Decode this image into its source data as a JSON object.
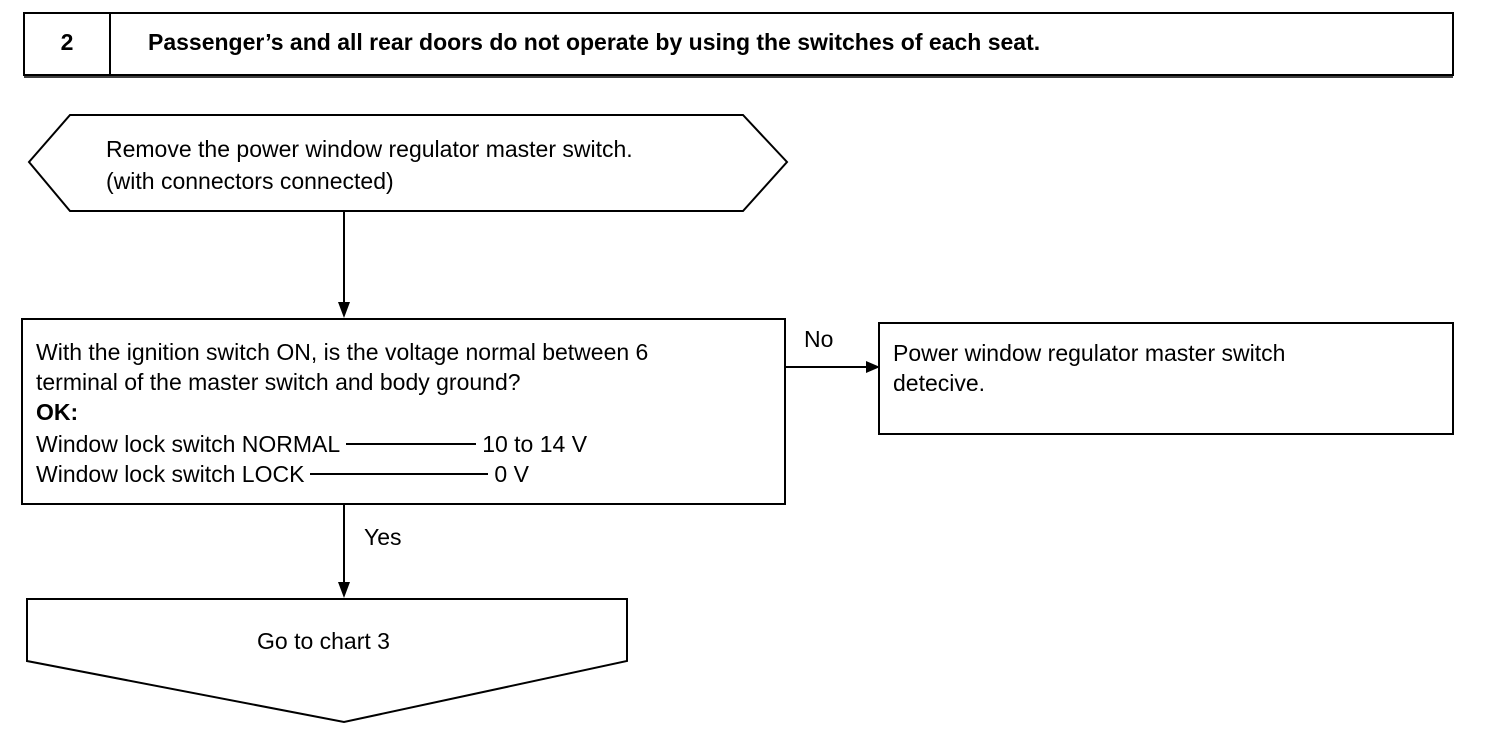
{
  "header": {
    "number": "2",
    "title": "Passenger’s and all rear doors do not operate by using the switches of each seat."
  },
  "start_step": {
    "line1": "Remove the power window regulator master switch.",
    "line2": "(with connectors connected)"
  },
  "check_step": {
    "question_line1": "With the ignition switch ON, is the voltage normal between 6",
    "question_line2": "terminal of the master switch and body ground?",
    "ok_label": "OK:",
    "spec_rows": [
      {
        "condition": "Window lock switch NORMAL",
        "value": "10 to 14 V"
      },
      {
        "condition": "Window lock switch LOCK",
        "value": "0 V"
      }
    ]
  },
  "no_branch": {
    "label": "No",
    "result_line1": "Power window regulator master switch",
    "result_line2": "detecive."
  },
  "yes_branch": {
    "label": "Yes",
    "next_step": "Go to chart 3"
  }
}
